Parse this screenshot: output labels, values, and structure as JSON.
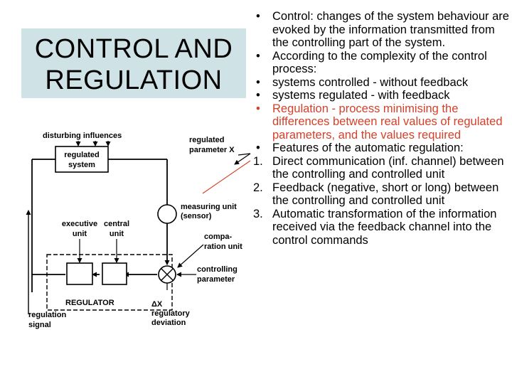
{
  "title": {
    "line1": "CONTROL AND",
    "line2": "REGULATION"
  },
  "diagram": {
    "disturbing_influences": "disturbing influences",
    "regulated_system_l1": "regulated",
    "regulated_system_l2": "system",
    "regulated_parameter_l1": "regulated",
    "regulated_parameter_l2": "parameter X",
    "measuring_unit_l1": "measuring unit",
    "measuring_unit_l2": "(sensor)",
    "executive_unit_l1": "executive",
    "executive_unit_l2": "unit",
    "central_unit_l1": "central",
    "central_unit_l2": "unit",
    "comparation_unit_l1": "compa-",
    "comparation_unit_l2": "ration unit",
    "controlling_parameter_l1": "controlling",
    "controlling_parameter_l2": "parameter",
    "regulator": "REGULATOR",
    "delta_x": "ΔX",
    "regulatory_deviation_l1": "regulatory",
    "regulatory_deviation_l2": "deviation",
    "regulation_signal_l1": "regulation",
    "regulation_signal_l2": "signal",
    "highlight_color": "#d4402a"
  },
  "bullets": [
    {
      "marker": "•",
      "text": "Control: changes of the system behaviour are evoked by the information transmitted from the controlling part of the system."
    },
    {
      "marker": "•",
      "text": "According to the complexity of the control process:"
    },
    {
      "marker": "•",
      "text": "systems controlled - without feedback"
    },
    {
      "marker": "•",
      "text": "systems regulated - with feedback"
    },
    {
      "marker": "•",
      "text": "Regulation - process minimising the differences between real values of regulated parameters, and the values required"
    },
    {
      "marker": "•",
      "text": "Features of the automatic regulation:"
    },
    {
      "marker": "1.",
      "text": "Direct communication (inf. channel) between the controlling and controlled unit"
    },
    {
      "marker": "2.",
      "text": "Feedback (negative, short or long) between the controlling and controlled unit"
    },
    {
      "marker": "3.",
      "text": "Automatic transformation of the information received via the feedback channel into the control commands"
    }
  ]
}
